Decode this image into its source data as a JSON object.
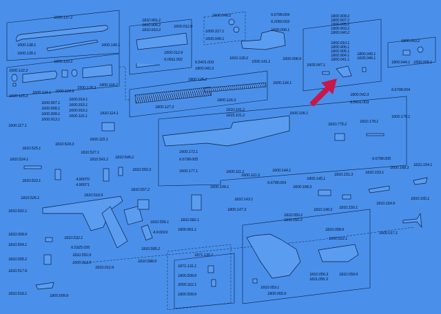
{
  "diagram": {
    "background_color": "#4a90ea",
    "line_color": "#0b1a3c",
    "arrow_color": "#c8174a",
    "arrow_icon": "red-pointer-arrow",
    "labels": [
      "1600.137.2",
      "1600.138.1",
      "1600.139.1",
      "1600.140.1",
      "1800.120.2",
      "1600.122.3",
      "1600.125.3",
      "1600.121.1",
      "1600.124.3",
      "1500.128.3",
      "1800.118.2",
      "1810.901.2",
      "1810.906.2",
      "1810.910.2",
      "1600.012.9",
      "1600.012.9",
      "6.0911.002",
      "1600.048.2",
      "1600.317.1",
      "1600.049.1",
      "6.6799.004",
      "6.2093.003",
      "1600.006.1",
      "6.5401.003",
      "1800.042.3",
      "1810.130.2",
      "1500.141.1",
      "1600.008.9",
      "1800.125.2",
      "1800.127.3",
      "1800.126.3",
      "1600.134.1",
      "1800.909.2",
      "1800.907.2",
      "1800.905.2",
      "1800.903.2",
      "1800.040.2",
      "1800.910.1",
      "1800.906.1",
      "1800.905.1",
      "1800.904.1",
      "1800.041.1",
      "1800.045.1",
      "1605.046.1",
      "1605.047.1",
      "1800.042.3",
      "6.5401.003",
      "1800.043.2",
      "1800.044.1",
      "1500.005.1",
      "6.6799.004",
      "1600.907.1",
      "1600.908.1",
      "1600.909.1",
      "1600.913.1",
      "1600.914.1",
      "1600.915.1",
      "1600.916.1",
      "1600.116.1",
      "1600.117.1",
      "1810.114.1",
      "1600.115.1",
      "1810.529.3",
      "1810.525.1",
      "1810.524.1",
      "1810.527.1",
      "1810.541.2",
      "1810.546.2",
      "1810.550.3",
      "1810.523.1",
      "4.90070",
      "4.90071",
      "1810.526.1",
      "1810.516.9",
      "1810.557.2",
      "1810.101.2",
      "1815.101.2",
      "1600.106.1",
      "1600.172.1",
      "6.6799.005",
      "1600.177.1",
      "1600.111.1",
      "1600.110.3",
      "1600.109.1",
      "1600.144.1",
      "6.6799.004",
      "1810.143.1",
      "1800.147.3",
      "1810.775.2",
      "1810.178.1",
      "1600.179.1",
      "6.6799.005",
      "1800.145.1",
      "1600.168.3",
      "1810.151.3",
      "1810.153.1",
      "1600.168.3",
      "1810.154.1",
      "1810.148.3",
      "1810.150.1",
      "1810.154.9",
      "1810.165.1",
      "1600.017.1",
      "1810.502.1",
      "1810.009.9",
      "1810.504.1",
      "1810.505.2",
      "1810.517.9",
      "1810.518.1",
      "1800.009.9",
      "1810.532.1",
      "6.5325.026",
      "1810.552.9",
      "1600.013.9",
      "1810.012.9",
      "1810.556.1",
      "4.9.0019",
      "1810.585.2",
      "1810.588.9",
      "1810.582.1",
      "1800.901.1",
      "1871.130.2",
      "1871.131.1",
      "1800.509.9",
      "2000.322.1",
      "1800.509.9",
      "1810.050.2",
      "1811.050.2",
      "1810.058.9",
      "1600.522.1",
      "1810.056.3",
      "1811.056.3",
      "1810.059.9",
      "1810.053.1",
      "1800.065.9"
    ]
  }
}
